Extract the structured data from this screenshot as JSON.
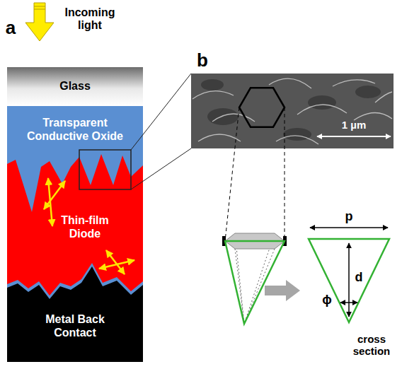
{
  "diagram": {
    "nodes": [
      {
        "text": [
          "Glass"
        ]
      },
      {
        "text": [
          "Transparent Conductive Oxide"
        ]
      },
      {
        "text": [
          "Thin-film Diode"
        ]
      },
      {
        "text": [
          "Metal Back Contact"
        ]
      }
    ],
    "labels": [
      "a",
      "Incoming light",
      "b",
      "1 µm",
      "p",
      "d",
      "ϕ",
      "cross section"
    ]
  }
}
